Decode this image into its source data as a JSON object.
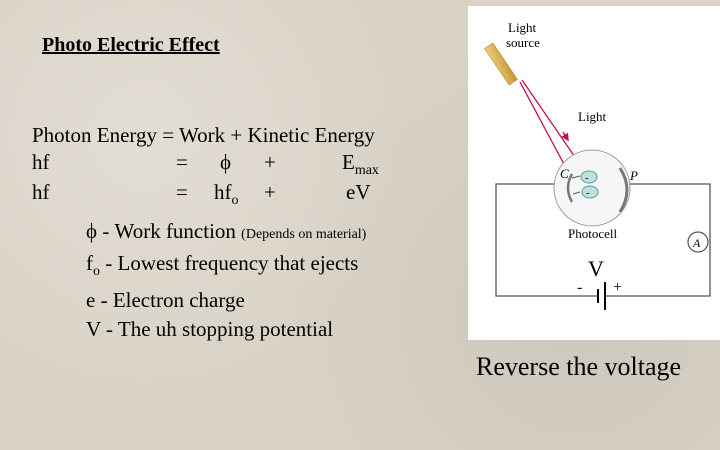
{
  "title": "Photo Electric Effect",
  "equations": {
    "line1": "Photon Energy = Work + Kinetic Energy",
    "line2": {
      "lhs": "hf",
      "eq": "=",
      "a": "ϕ",
      "plus": "+",
      "b": "E",
      "b_sub": "max"
    },
    "line3": {
      "lhs": "hf",
      "eq": "=",
      "a": "hf",
      "a_sub": "o",
      "plus": "+",
      "b": "eV"
    }
  },
  "definitions": {
    "phi": {
      "symbol": "ϕ",
      "text": " - Work function ",
      "note": "(Depends on material)"
    },
    "f0": {
      "symbol": "f",
      "sub": "o",
      "text": " - Lowest frequency that ejects"
    },
    "e": {
      "text": "e - Electron charge"
    },
    "v": {
      "text": "V - The uh stopping potential"
    }
  },
  "figure": {
    "light_source_line1": "Light",
    "light_source_line2": "source",
    "light_label": "Light",
    "c_label": "C",
    "p_label": "P",
    "electron_sign": "-",
    "photocell_label": "Photocell",
    "ammeter_label": "A",
    "voltage_label": "V",
    "minus_label": "-",
    "plus_label": "+",
    "ray_color": "#c0143c"
  },
  "caption": "Reverse the voltage"
}
